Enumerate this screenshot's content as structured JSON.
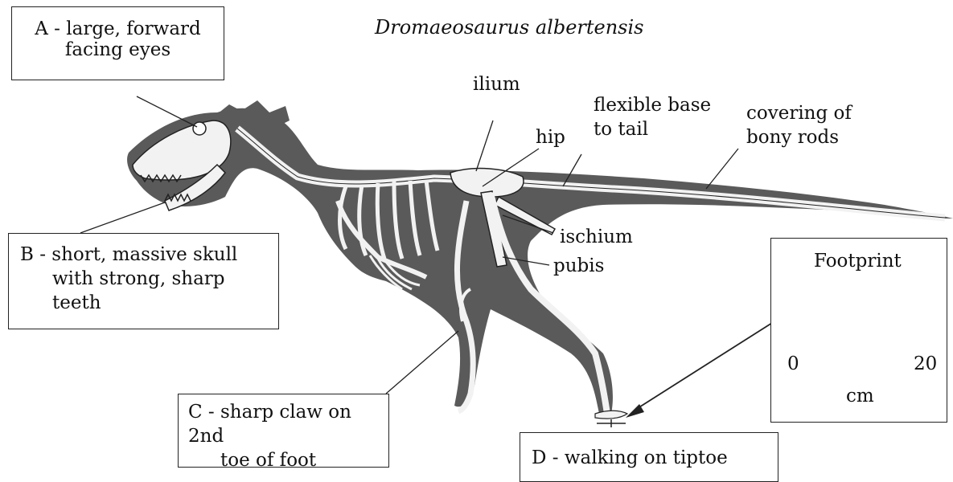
{
  "title": "Dromaeosaurus albertensis",
  "callouts": {
    "a": {
      "line1": "A - large, forward",
      "line2": "facing eyes"
    },
    "b": {
      "line1": "B - short, massive skull",
      "line2": "with strong, sharp",
      "line3": "teeth"
    },
    "c": {
      "line1": "C - sharp claw on 2nd",
      "line2": "toe of foot"
    },
    "d": {
      "line1": "D - walking on tiptoe"
    }
  },
  "bone_labels": {
    "ilium": "ilium",
    "hip": "hip",
    "flexible_base_1": "flexible base",
    "flexible_base_2": "to tail",
    "covering_1": "covering of",
    "covering_2": "bony rods",
    "ischium": "ischium",
    "pubis": "pubis"
  },
  "footprint": {
    "title": "Footprint",
    "scale_min": "0",
    "scale_max": "20",
    "unit": "cm"
  },
  "colors": {
    "body_silhouette": "#5a5a5a",
    "bone": "#f2f2f2",
    "footprint_fill": "#cfcfcf",
    "line": "#222222"
  }
}
